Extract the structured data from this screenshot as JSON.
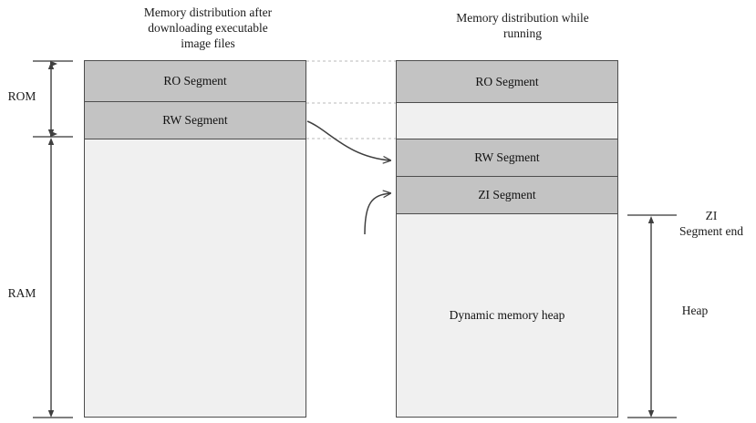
{
  "diagram": {
    "titles": {
      "left": "Memory distribution after downloading executable image files",
      "left_line1": "Memory distribution after",
      "left_line2": "downloading executable",
      "left_line3": "image files",
      "right_line1": "Memory distribution while",
      "right_line2": "running"
    },
    "left_block": {
      "segments": [
        {
          "label": "RO Segment",
          "fill": "#c3c3c3"
        },
        {
          "label": "RW Segment",
          "fill": "#c3c3c3"
        },
        {
          "label": "",
          "fill": "#f0f0f0"
        }
      ]
    },
    "right_block": {
      "segments": [
        {
          "label": "RO Segment",
          "fill": "#c3c3c3"
        },
        {
          "label": "",
          "fill": "#f0f0f0"
        },
        {
          "label": "RW Segment",
          "fill": "#c3c3c3"
        },
        {
          "label": "ZI Segment",
          "fill": "#c3c3c3"
        },
        {
          "label": "Dynamic memory heap",
          "fill": "#f0f0f0"
        }
      ]
    },
    "left_measures": [
      {
        "name": "rom",
        "label": "ROM"
      },
      {
        "name": "ram",
        "label": "RAM"
      }
    ],
    "right_measures": [
      {
        "name": "zi-segment-end",
        "label_line1": "ZI",
        "label_line2": "Segment end"
      },
      {
        "name": "heap",
        "label": "Heap"
      }
    ],
    "colors": {
      "segment_gray": "#c3c3c3",
      "segment_light": "#f0f0f0",
      "border": "#4d4d4d",
      "arrow": "#3f3f3f",
      "guide": "#b8b8b8",
      "text": "#111111"
    }
  }
}
